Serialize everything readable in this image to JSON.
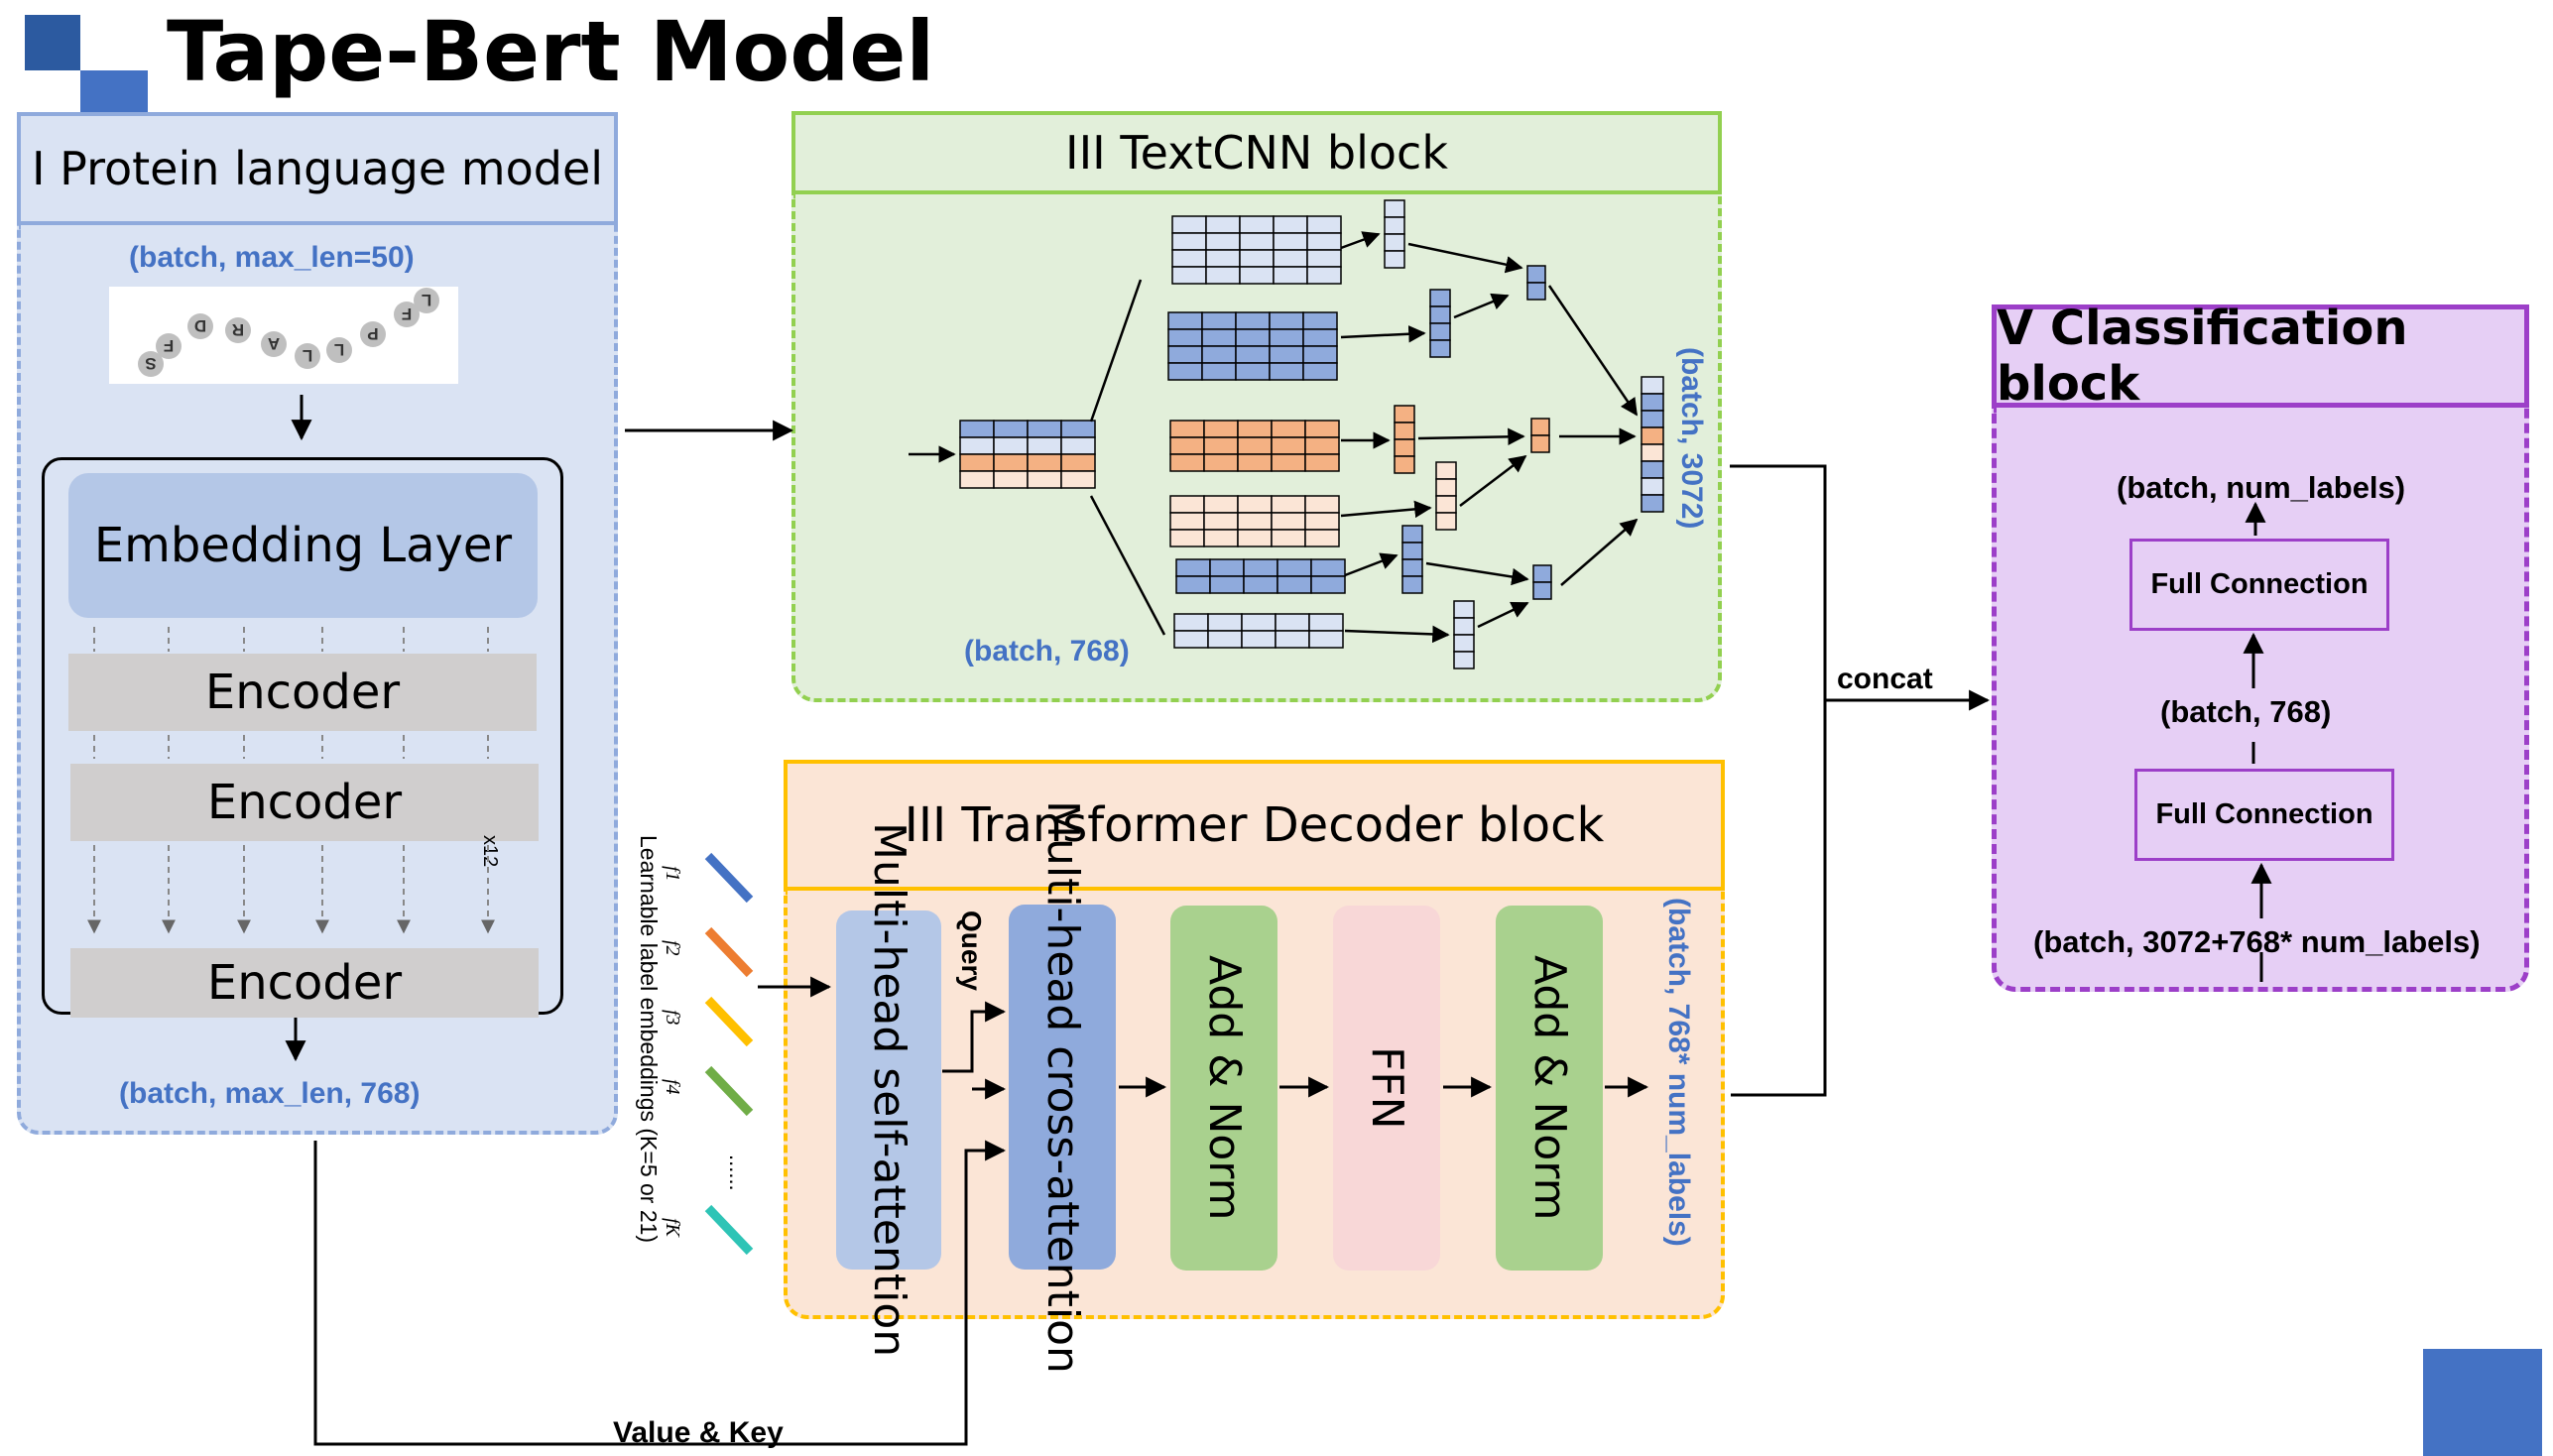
{
  "title": "Tape-Bert Model",
  "protein_block": {
    "title": "I Protein language model",
    "input_shape": "(batch, max_len=50)",
    "sequence_letters": [
      "S",
      "F",
      "D",
      "R",
      "A",
      "L",
      "L",
      "P",
      "F",
      "L"
    ],
    "embedding": "Embedding Layer",
    "encoder": "Encoder",
    "repeat": "x12",
    "output_shape": "(batch, max_len, 768)"
  },
  "textcnn_block": {
    "title": "III TextCNN block",
    "input_shape": "(batch, 768)",
    "output_shape": "(batch, 3072)"
  },
  "decoder_block": {
    "title": "III Transformer Decoder block",
    "label_embeddings": "Learnable label embeddings (K=5 or 21)",
    "label_names": [
      "f1",
      "f2",
      "f3",
      "f4",
      "......",
      "fK"
    ],
    "label_colors": [
      "#4472c4",
      "#ed7d31",
      "#ffc000",
      "#70ad47",
      "#000000",
      "#2ec4b6"
    ],
    "query": "Query",
    "value_key": "Value & Key",
    "self_attention": "Multi-head self-attention",
    "cross_attention": "Multi-head cross-attention",
    "add_norm": "Add & Norm",
    "ffn": "FFN",
    "output_shape": "(batch, 768* num_labels)"
  },
  "concat": "concat",
  "classification_block": {
    "title": "V Classification block",
    "input_shape": "(batch, 3072+768* num_labels)",
    "fc": "Full Connection",
    "mid_shape": "(batch, 768)",
    "output_shape": "(batch, num_labels)"
  },
  "colors": {
    "blue": "#4472c4",
    "light_blue": "#dae3f3",
    "green_fill": "#e2efda",
    "green_border": "#92d050",
    "orange_fill": "#fbe5d6",
    "orange_border": "#ffc000",
    "purple_fill": "#e6cff5",
    "purple_border": "#9c3fc8"
  }
}
